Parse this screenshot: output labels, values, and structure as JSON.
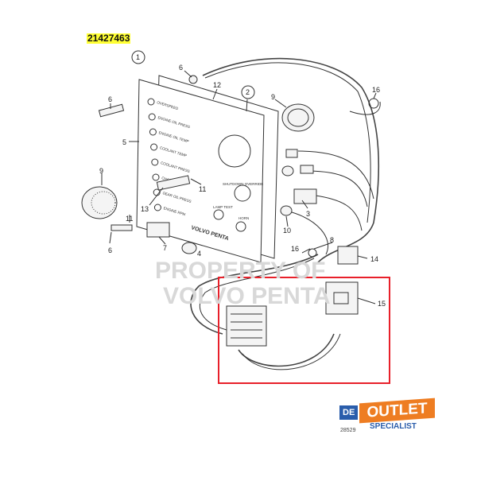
{
  "part_number": "21427463",
  "watermark": [
    "PROPERTY OF",
    "VOLVO PENTA"
  ],
  "brand_on_panel": "VOLVO PENTA",
  "panel_labels": [
    "OVERSPEED",
    "ENGINE OIL PRESS",
    "ENGINE OIL TEMP",
    "COOLANT TEMP",
    "COOLANT PRESS",
    "CHARGING",
    "GEAR OIL PRESS",
    "ENGINE RPM"
  ],
  "panel_switch_labels": {
    "shutdown": "SHUTDOWN OVERRIDE",
    "lamp_test": "LAMP TEST",
    "horn": "HORN"
  },
  "callouts": {
    "c1": "1",
    "c2": "2",
    "c6a": "6",
    "c6b": "6",
    "c6c": "6",
    "c12": "12",
    "c9a": "9",
    "c9b": "9",
    "c16a": "16",
    "c16b": "16",
    "c5": "5",
    "c13": "13",
    "c11a": "11",
    "c11b": "11",
    "c3": "3",
    "c10": "10",
    "c8": "8",
    "c7": "7",
    "c4": "4",
    "c14": "14",
    "c15": "15"
  },
  "highlight_color": "#e8202a",
  "logo": {
    "de": "DE",
    "outlet": "OUTLET",
    "specialist": "SPECIALIST",
    "code": "28529"
  }
}
